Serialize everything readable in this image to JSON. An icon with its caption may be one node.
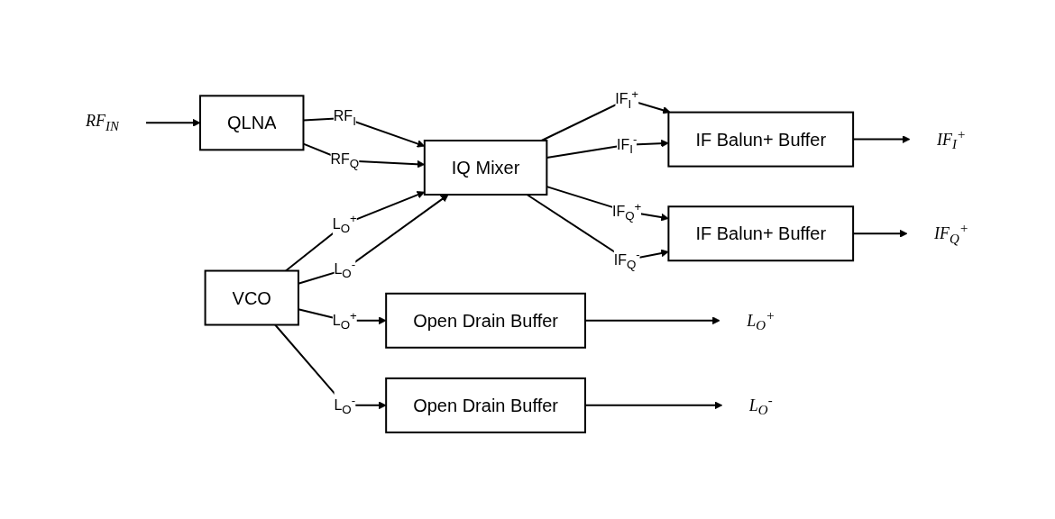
{
  "diagram": {
    "nodes": [
      {
        "text": [
          "RF$_{IN}$"
        ]
      },
      {
        "text": [
          "QLNA"
        ]
      },
      {
        "text": [
          "IQ Mixer"
        ]
      },
      {
        "text": [
          "IF Balun+ Buffer"
        ]
      },
      {
        "text": [
          "IF$_{I}$$^{+}$"
        ]
      },
      {
        "text": [
          "IF Balun+ Buffer"
        ]
      },
      {
        "text": [
          "IF$_{Q}$$^{+}$"
        ]
      },
      {
        "text": [
          "VCO"
        ]
      },
      {
        "text": [
          "Open Drain Buffer"
        ]
      },
      {
        "text": [
          "L$_{O}$$^{+}$"
        ]
      },
      {
        "text": [
          "Open Drain Buffer"
        ]
      },
      {
        "text": [
          "L$_{O}$$^{-}$"
        ]
      }
    ],
    "edges": [
      {
        "from": 0,
        "to": 1,
        "arrow": "to"
      },
      {
        "from": 1,
        "to": 2,
        "arrow": "to",
        "label": "RF$_{I}$"
      },
      {
        "from": 1,
        "to": 2,
        "arrow": "to",
        "label": "RF$_{Q}$"
      },
      {
        "from": 2,
        "to": 3,
        "arrow": "to",
        "label": "IF$_{I}$$^{+}$"
      },
      {
        "from": 2,
        "to": 3,
        "arrow": "to",
        "label": "IF$_{I}$$^{-}$"
      },
      {
        "from": 2,
        "to": 5,
        "arrow": "to",
        "label": "IF$_{Q}$$^{+}$"
      },
      {
        "from": 2,
        "to": 5,
        "arrow": "to",
        "label": "IF$_{Q}$$^{-}$"
      },
      {
        "from": 7,
        "to": 2,
        "arrow": "to",
        "label": "L$_{O}$$^{+}$"
      },
      {
        "from": 7,
        "to": 2,
        "arrow": "to",
        "label": "L$_{O}$$^{-}$"
      },
      {
        "from": 7,
        "to": 8,
        "arrow": "to",
        "label": "L$_{O}$$^{+}$"
      },
      {
        "from": 7,
        "to": 10,
        "arrow": "to",
        "label": "L$_{O}$$^{-}$"
      },
      {
        "from": 3,
        "to": 4,
        "arrow": "to"
      },
      {
        "from": 5,
        "to": 6,
        "arrow": "to"
      },
      {
        "from": 8,
        "to": 9,
        "arrow": "to"
      },
      {
        "from": 10,
        "to": 11,
        "arrow": "to"
      }
    ]
  }
}
